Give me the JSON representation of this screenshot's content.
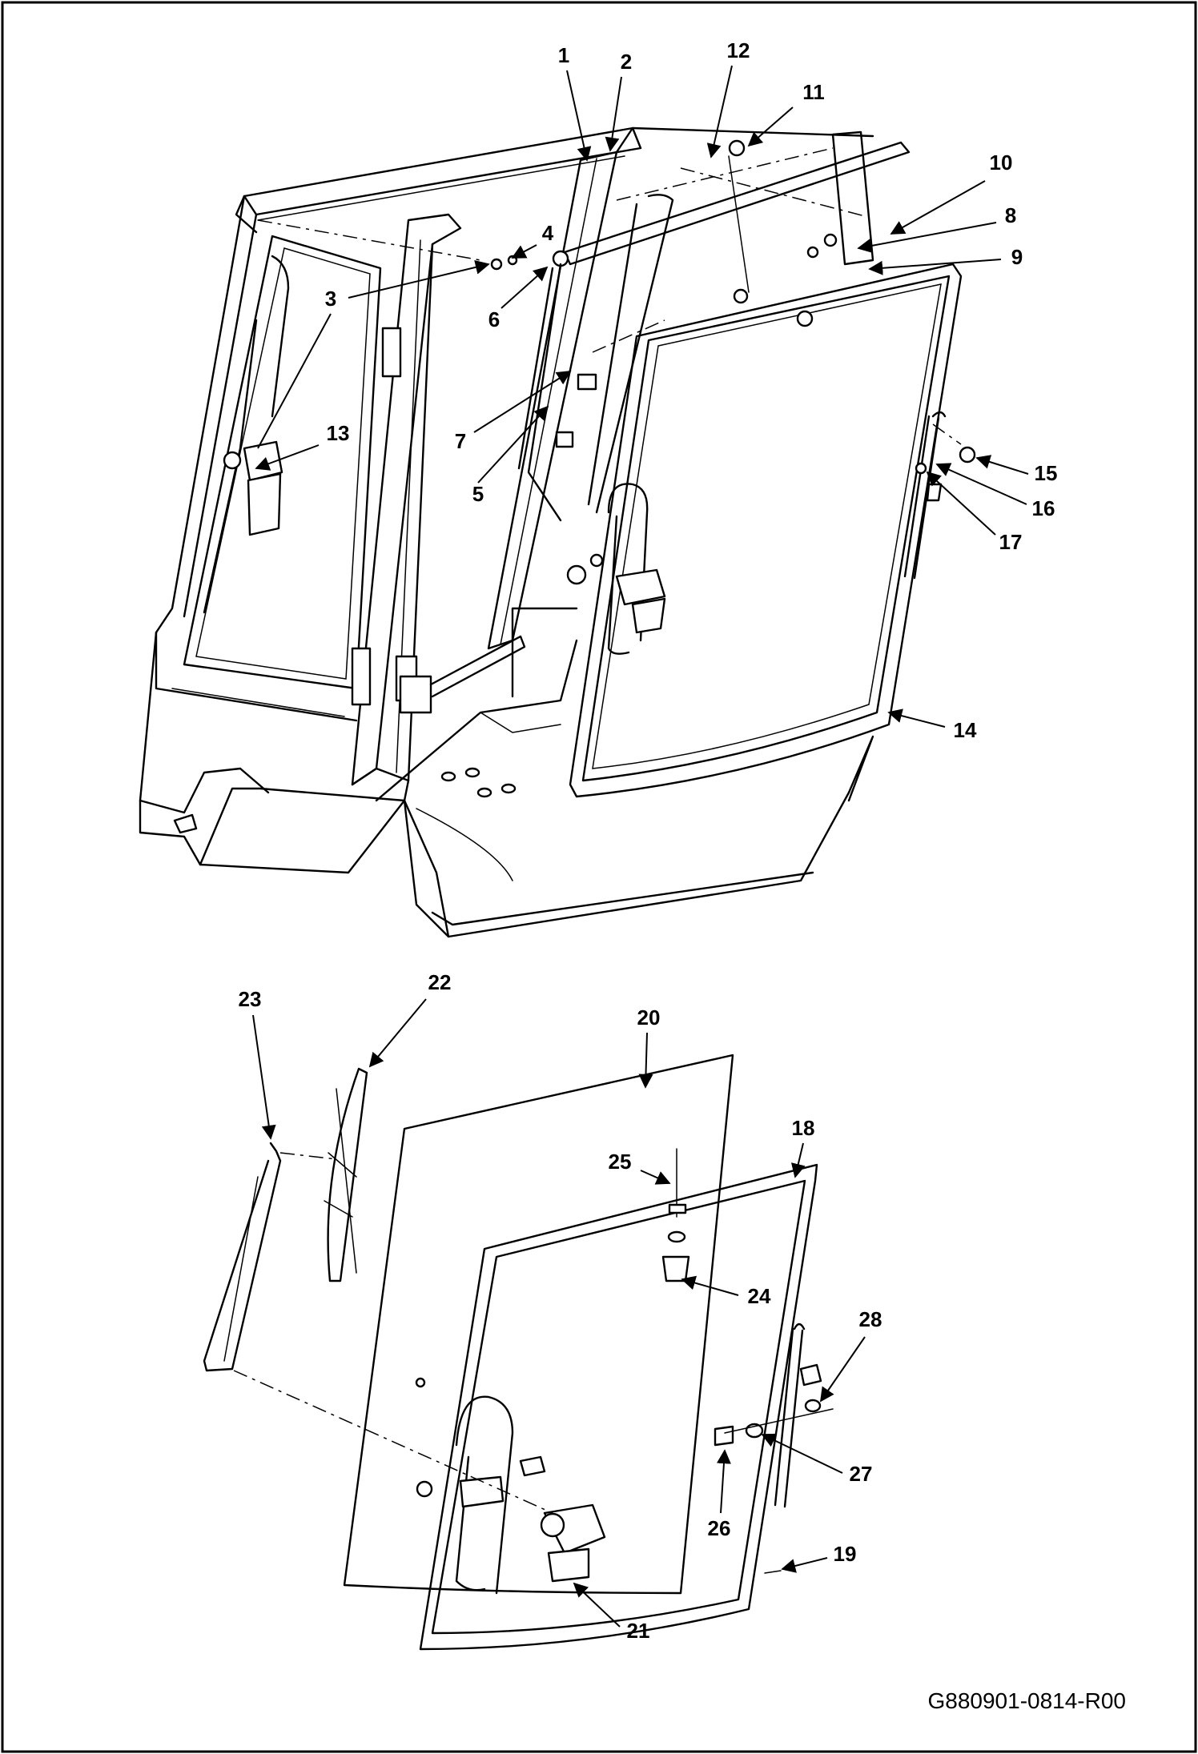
{
  "drawing": {
    "drawing_id": "G880901-0814-R00",
    "upper_view": {
      "callouts": [
        "1",
        "2",
        "3",
        "4",
        "5",
        "6",
        "7",
        "8",
        "9",
        "10",
        "11",
        "12",
        "13",
        "14",
        "15",
        "16",
        "17"
      ]
    },
    "lower_view": {
      "callouts": [
        "18",
        "19",
        "20",
        "21",
        "22",
        "23",
        "24",
        "25",
        "26",
        "27",
        "28"
      ]
    }
  }
}
